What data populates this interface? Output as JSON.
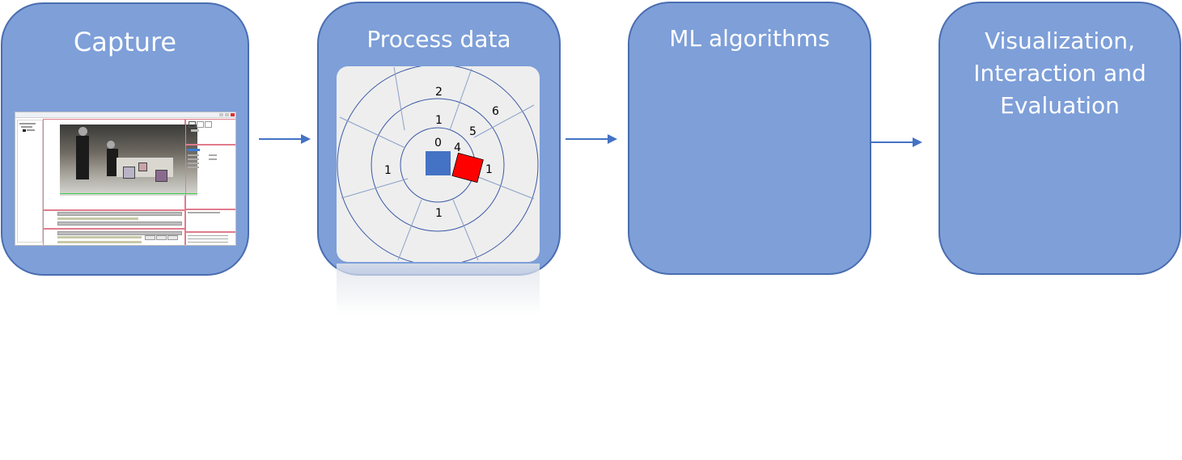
{
  "stages": [
    {
      "id": "capture",
      "title": "Capture"
    },
    {
      "id": "process",
      "title": "Process data"
    },
    {
      "id": "ml",
      "title": "ML algorithms"
    },
    {
      "id": "viz",
      "title_lines": [
        "Visualization,",
        "Interaction and",
        "Evaluation"
      ]
    }
  ],
  "process_diagram": {
    "region_labels": [
      "2",
      "6",
      "1",
      "5",
      "0",
      "4",
      "1",
      "1",
      "1"
    ],
    "colors": {
      "reference_object": "#4472c4",
      "target_object": "#ff0000",
      "rings": "#3b5aa5"
    }
  },
  "colors": {
    "stage_fill": "#7e9fd8",
    "stage_border": "#4a6db1",
    "arrow": "#4472c4"
  }
}
